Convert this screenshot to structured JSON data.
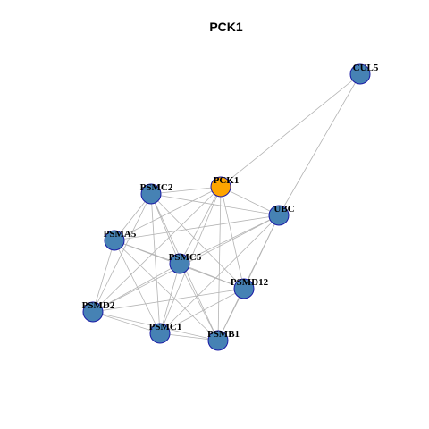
{
  "title": "PCK1",
  "colors": {
    "background": "#ffffff",
    "edge": "#b3b3b3",
    "node_default": "#4682b4",
    "node_focus": "#ffa500",
    "node_border": "#1a1aa6"
  },
  "nodes": [
    {
      "id": "CUL5",
      "label": "CUL5",
      "focus": false
    },
    {
      "id": "PCK1",
      "label": "PCK1",
      "focus": true
    },
    {
      "id": "PSMC2",
      "label": "PSMC2",
      "focus": false
    },
    {
      "id": "UBC",
      "label": "UBC",
      "focus": false
    },
    {
      "id": "PSMA5",
      "label": "PSMA5",
      "focus": false
    },
    {
      "id": "PSMC5",
      "label": "PSMC5",
      "focus": false
    },
    {
      "id": "PSMD12",
      "label": "PSMD12",
      "focus": false
    },
    {
      "id": "PSMD2",
      "label": "PSMD2",
      "focus": false
    },
    {
      "id": "PSMC1",
      "label": "PSMC1",
      "focus": false
    },
    {
      "id": "PSMB1",
      "label": "PSMB1",
      "focus": false
    }
  ],
  "edges": [
    [
      "CUL5",
      "PCK1"
    ],
    [
      "CUL5",
      "UBC"
    ],
    [
      "PCK1",
      "PSMC2"
    ],
    [
      "PCK1",
      "UBC"
    ],
    [
      "PCK1",
      "PSMA5"
    ],
    [
      "PCK1",
      "PSMC5"
    ],
    [
      "PCK1",
      "PSMD12"
    ],
    [
      "PCK1",
      "PSMD2"
    ],
    [
      "PCK1",
      "PSMC1"
    ],
    [
      "PCK1",
      "PSMB1"
    ],
    [
      "PSMC2",
      "UBC"
    ],
    [
      "PSMC2",
      "PSMA5"
    ],
    [
      "PSMC2",
      "PSMC5"
    ],
    [
      "PSMC2",
      "PSMD12"
    ],
    [
      "PSMC2",
      "PSMD2"
    ],
    [
      "PSMC2",
      "PSMC1"
    ],
    [
      "PSMC2",
      "PSMB1"
    ],
    [
      "UBC",
      "PSMA5"
    ],
    [
      "UBC",
      "PSMC5"
    ],
    [
      "UBC",
      "PSMD12"
    ],
    [
      "UBC",
      "PSMD2"
    ],
    [
      "UBC",
      "PSMC1"
    ],
    [
      "UBC",
      "PSMB1"
    ],
    [
      "PSMA5",
      "PSMC5"
    ],
    [
      "PSMA5",
      "PSMD12"
    ],
    [
      "PSMA5",
      "PSMD2"
    ],
    [
      "PSMA5",
      "PSMC1"
    ],
    [
      "PSMA5",
      "PSMB1"
    ],
    [
      "PSMC5",
      "PSMD12"
    ],
    [
      "PSMC5",
      "PSMD2"
    ],
    [
      "PSMC5",
      "PSMC1"
    ],
    [
      "PSMC5",
      "PSMB1"
    ],
    [
      "PSMD12",
      "PSMD2"
    ],
    [
      "PSMD12",
      "PSMC1"
    ],
    [
      "PSMD12",
      "PSMB1"
    ],
    [
      "PSMD2",
      "PSMC1"
    ],
    [
      "PSMD2",
      "PSMB1"
    ],
    [
      "PSMC1",
      "PSMB1"
    ]
  ]
}
